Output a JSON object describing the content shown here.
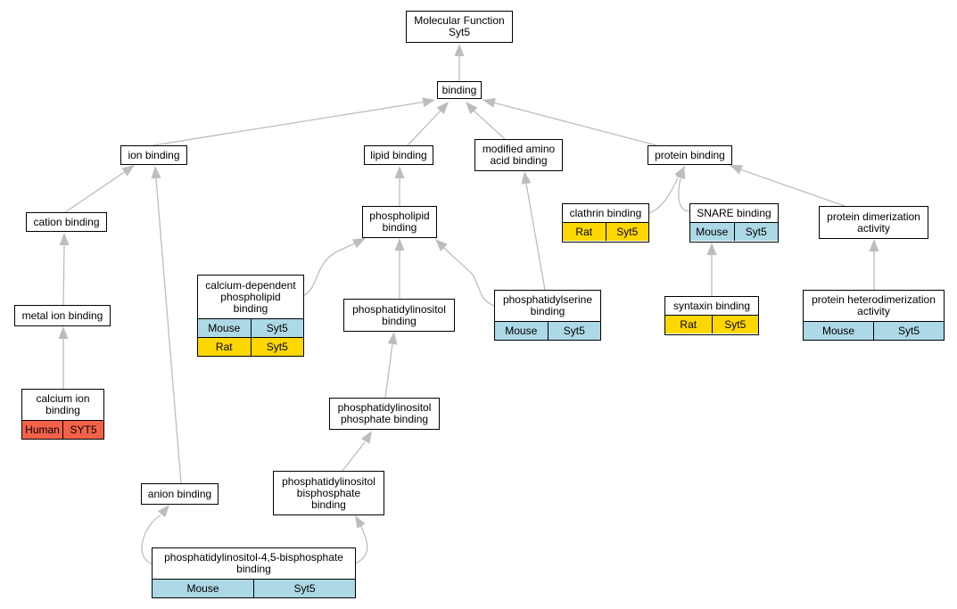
{
  "colors": {
    "edge": "#bdbdbd",
    "Mouse": "#add8e6",
    "Rat": "#ffd700",
    "Human": "#f4624a"
  },
  "nodes": {
    "mf": {
      "label": "Molecular Function\nSyt5",
      "species": []
    },
    "binding": {
      "label": "binding",
      "species": []
    },
    "ion_binding": {
      "label": "ion binding",
      "species": []
    },
    "lipid_binding": {
      "label": "lipid binding",
      "species": []
    },
    "modified_amino": {
      "label": "modified amino\nacid binding",
      "species": []
    },
    "protein_binding": {
      "label": "protein binding",
      "species": []
    },
    "cation_binding": {
      "label": "cation binding",
      "species": []
    },
    "metal_ion_binding": {
      "label": "metal ion binding",
      "species": []
    },
    "calcium_ion_binding": {
      "label": "calcium ion\nbinding",
      "species": [
        {
          "name": "Human",
          "gene": "SYT5"
        }
      ]
    },
    "phospholipid_binding": {
      "label": "phospholipid\nbinding",
      "species": []
    },
    "calcium_dep_phospholipid": {
      "label": "calcium-dependent\nphospholipid\nbinding",
      "species": [
        {
          "name": "Mouse",
          "gene": "Syt5"
        },
        {
          "name": "Rat",
          "gene": "Syt5"
        }
      ]
    },
    "phosphatidylinositol_binding": {
      "label": "phosphatidylinositol\nbinding",
      "species": []
    },
    "phosphatidylserine_binding": {
      "label": "phosphatidylserine\nbinding",
      "species": [
        {
          "name": "Mouse",
          "gene": "Syt5"
        }
      ]
    },
    "pi_phosphate_binding": {
      "label": "phosphatidylinositol\nphosphate binding",
      "species": []
    },
    "pi_bisphosphate_binding": {
      "label": "phosphatidylinositol\nbisphosphate\nbinding",
      "species": []
    },
    "anion_binding": {
      "label": "anion binding",
      "species": []
    },
    "pip2_binding": {
      "label": "phosphatidylinositol-4,5-bisphosphate\nbinding",
      "species": [
        {
          "name": "Mouse",
          "gene": "Syt5"
        }
      ]
    },
    "clathrin_binding": {
      "label": "clathrin binding",
      "species": [
        {
          "name": "Rat",
          "gene": "Syt5"
        }
      ]
    },
    "snare_binding": {
      "label": "SNARE binding",
      "species": [
        {
          "name": "Mouse",
          "gene": "Syt5"
        }
      ]
    },
    "syntaxin_binding": {
      "label": "syntaxin binding",
      "species": [
        {
          "name": "Rat",
          "gene": "Syt5"
        }
      ]
    },
    "protein_dimerization": {
      "label": "protein dimerization\nactivity",
      "species": []
    },
    "protein_heterodimerization": {
      "label": "protein heterodimerization\nactivity",
      "species": [
        {
          "name": "Mouse",
          "gene": "Syt5"
        }
      ]
    }
  }
}
